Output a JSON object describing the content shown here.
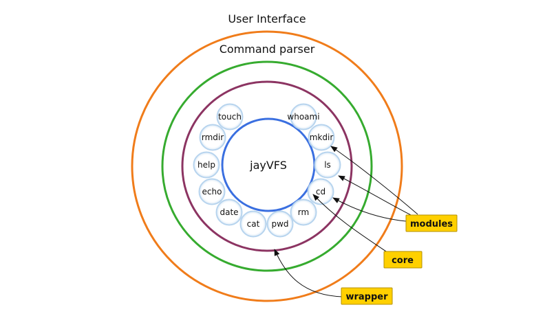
{
  "rings": {
    "user_interface": {
      "label": "User Interface",
      "color": "#f07c1a"
    },
    "command_parser": {
      "label": "Command parser",
      "color": "#36ab2f"
    },
    "wrapper": {
      "color": "#8c3462"
    },
    "core": {
      "label": "jayVFS",
      "color": "#3a6fe0"
    }
  },
  "modules": [
    {
      "label": "touch"
    },
    {
      "label": "whoami"
    },
    {
      "label": "rmdir"
    },
    {
      "label": "mkdir"
    },
    {
      "label": "help"
    },
    {
      "label": "ls"
    },
    {
      "label": "echo"
    },
    {
      "label": "cd"
    },
    {
      "label": "date"
    },
    {
      "label": "rm"
    },
    {
      "label": "cat"
    },
    {
      "label": "pwd"
    }
  ],
  "module_style": {
    "fill": "#ffffff",
    "stroke": "#b7d4ee"
  },
  "callouts": {
    "modules": {
      "label": "modules"
    },
    "core": {
      "label": "core"
    },
    "wrapper": {
      "label": "wrapper"
    },
    "fill": "#ffd000",
    "stroke": "#b38f00"
  }
}
